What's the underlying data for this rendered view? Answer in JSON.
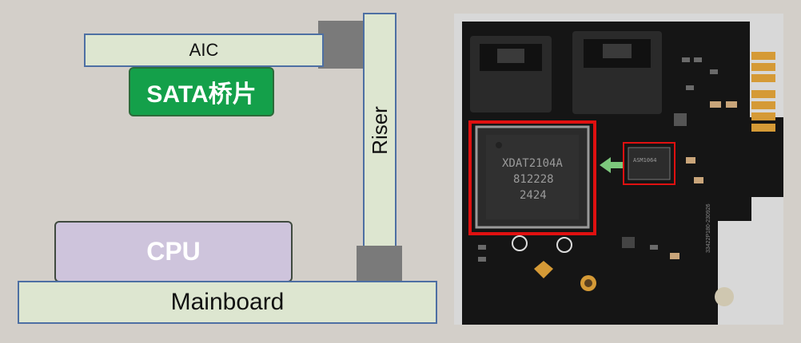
{
  "diagram": {
    "aic_label": "AIC",
    "sata_label": "SATA桥片",
    "riser_label": "Riser",
    "cpu_label": "CPU",
    "mainboard_label": "Mainboard"
  },
  "photo": {
    "chip_line1": "XDAT2104A",
    "chip_line2": "812228",
    "chip_line3": "2424",
    "pcb_marking": "33422P180-230926",
    "small_chip_text": "ASM1064",
    "highlight_color": "#e01010",
    "arrow_color": "#7dc87d",
    "pcb_color": "#151515",
    "gold_color": "#d59a36"
  },
  "colors": {
    "background": "#d3cfc9",
    "pale_block": "#dde6d0",
    "border_blue": "#4d6fa3",
    "sata_green": "#14a04a",
    "cpu_purple": "#cec4dc",
    "connector_gray": "#7a7a7a"
  }
}
